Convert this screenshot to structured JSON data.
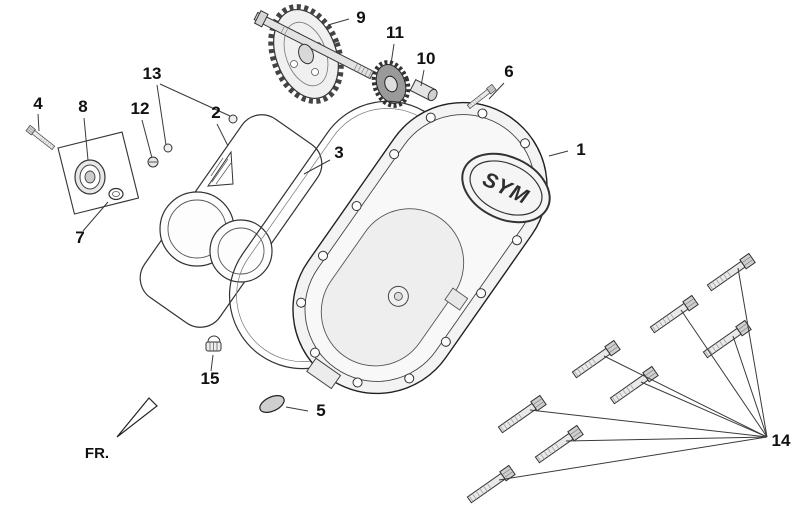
{
  "diagram": {
    "brand": "SYM",
    "front_label": "FR.",
    "callouts": [
      "1",
      "2",
      "3",
      "4",
      "5",
      "6",
      "7",
      "8",
      "9",
      "10",
      "11",
      "12",
      "13",
      "14",
      "15"
    ]
  },
  "colors": {
    "line": "#2b2b2b",
    "cover_fill": "#f3f3f3",
    "metal_fill": "#e2e2e2"
  }
}
